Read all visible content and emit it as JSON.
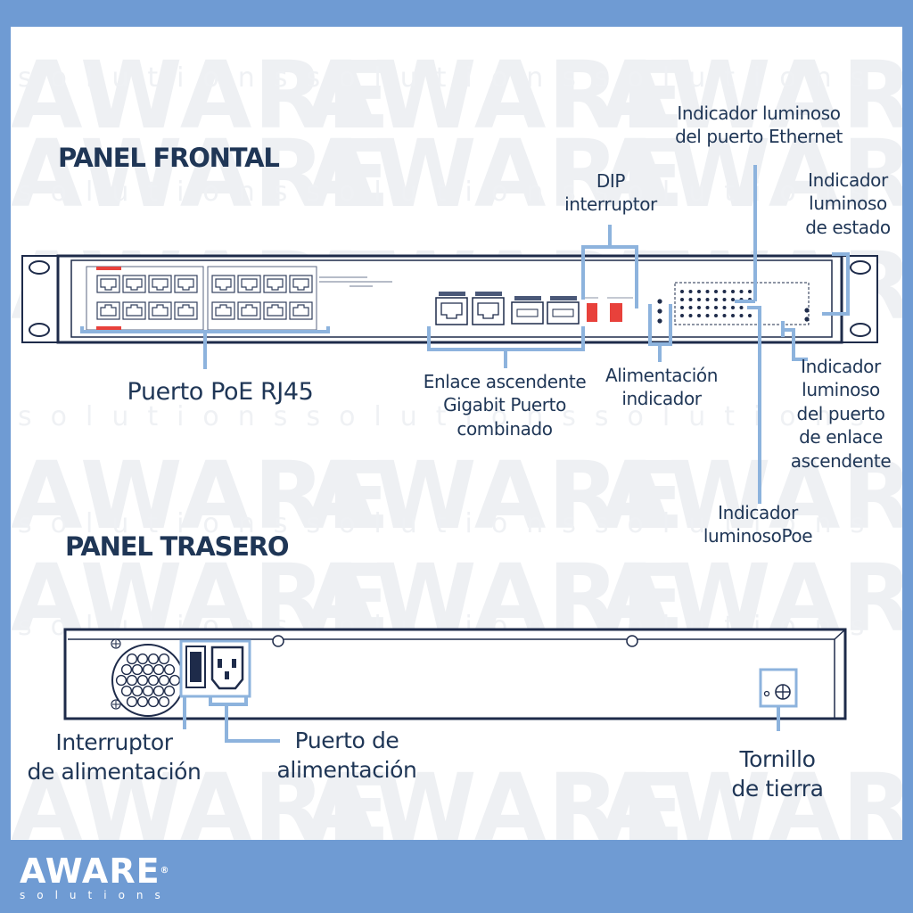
{
  "logo": {
    "brand": "AWARE",
    "registered": "®",
    "sub": "solutions"
  },
  "panels": {
    "front_title": "PANEL FRONTAL",
    "rear_title": "PANEL TRASERO"
  },
  "front_labels": {
    "poe_rj45": "Puerto PoE RJ45",
    "uplink_line1": "Enlace ascendente",
    "uplink_line2": "Gigabit Puerto",
    "uplink_line3": "combinado",
    "dip_line1": "DIP",
    "dip_line2": "interruptor",
    "power_ind_line1": "Alimentación",
    "power_ind_line2": "indicador",
    "eth_led_line1": "Indicador luminoso",
    "eth_led_line2": "del puerto Ethernet",
    "status_led_line1": "Indicador",
    "status_led_line2": "luminoso",
    "status_led_line3": "de estado",
    "uplink_led_line1": "Indicador",
    "uplink_led_line2": "luminoso",
    "uplink_led_line3": "del puerto",
    "uplink_led_line4": "de enlace",
    "uplink_led_line5": "ascendente",
    "poe_led_line1": "Indicador",
    "poe_led_line2": "luminosoPoe"
  },
  "rear_labels": {
    "switch_line1": "Interruptor",
    "switch_line2": "de alimentación",
    "port_line1": "Puerto de",
    "port_line2": "alimentación",
    "screw_line1": "Tornillo",
    "screw_line2": "de tierra"
  },
  "colors": {
    "background": "#6f9bd3",
    "callout": "#8db3dd",
    "text": "#1f3656",
    "device": "#1e2b4a",
    "dip_red": "#e8413b"
  }
}
